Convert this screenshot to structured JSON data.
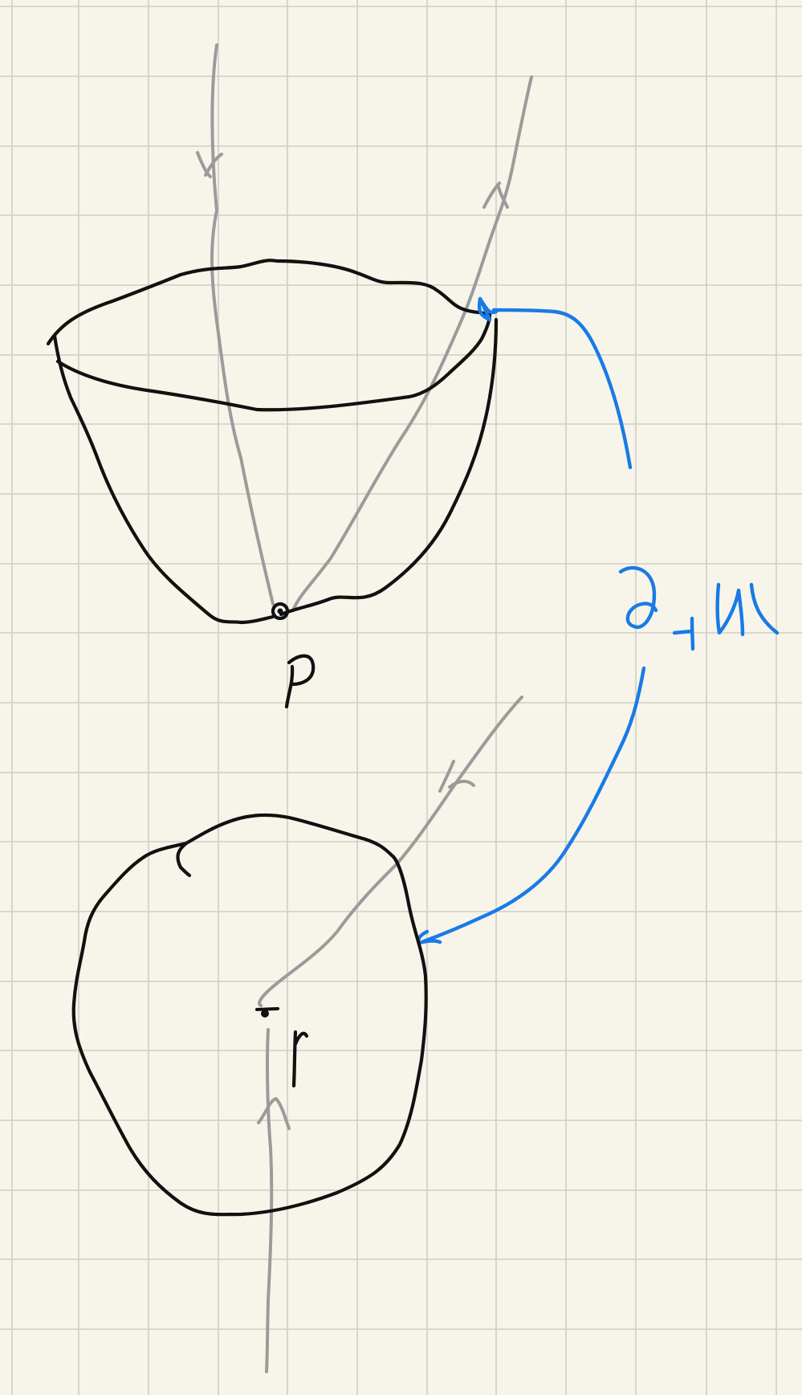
{
  "labels": {
    "point_p": "p",
    "point_r": "r",
    "boundary": "∂₊U"
  },
  "colors": {
    "paper": "#f7f5ea",
    "grid": "#cfcfc4",
    "ink_black": "#111111",
    "ink_gray": "#9b9b9b",
    "ink_blue": "#1a7ae6"
  }
}
